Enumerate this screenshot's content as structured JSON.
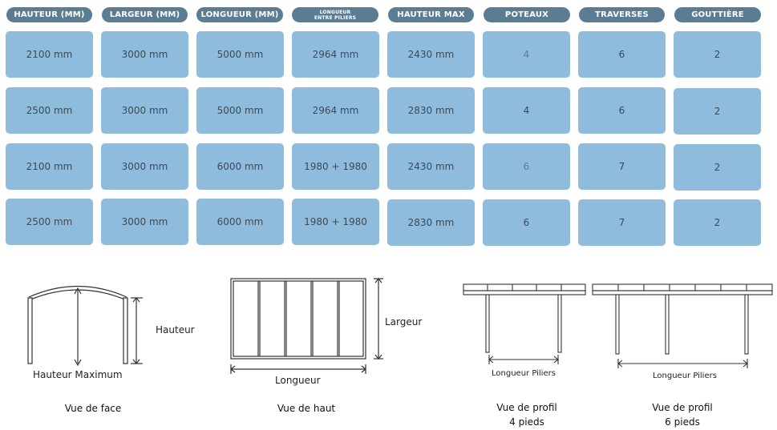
{
  "table": {
    "headers": [
      {
        "label": "HAUTEUR (MM)"
      },
      {
        "label": "LARGEUR (MM)"
      },
      {
        "label": "LONGUEUR (MM)"
      },
      {
        "label": "LONGUEUR",
        "sub": "ENTRE PILIERS"
      },
      {
        "label": "HAUTEUR MAX"
      },
      {
        "label": "POTEAUX"
      },
      {
        "label": "TRAVERSES"
      },
      {
        "label": "GOUTTIÈRE"
      }
    ],
    "rows": [
      [
        "2100 mm",
        "3000 mm",
        "5000 mm",
        "2964 mm",
        "2430 mm",
        "4",
        "6",
        "2"
      ],
      [
        "2500 mm",
        "3000 mm",
        "5000 mm",
        "2964 mm",
        "2830 mm",
        "4",
        "6",
        "2"
      ],
      [
        "2100 mm",
        "3000 mm",
        "6000 mm",
        "1980 + 1980",
        "2430 mm",
        "6",
        "7",
        "2"
      ],
      [
        "2500 mm",
        "3000 mm",
        "6000 mm",
        "1980 + 1980",
        "2830 mm",
        "6",
        "7",
        "2"
      ]
    ]
  },
  "diagrams": {
    "face": {
      "hauteur": "Hauteur",
      "hauteur_max": "Hauteur Maximum",
      "caption": "Vue de face"
    },
    "haut": {
      "largeur": "Largeur",
      "longueur": "Longueur",
      "caption": "Vue de haut"
    },
    "profil4": {
      "piliers": "Longueur Piliers",
      "caption1": "Vue de profil",
      "caption2": "4 pieds"
    },
    "profil6": {
      "piliers": "Longueur Piliers",
      "caption1": "Vue de profil",
      "caption2": "6 pieds"
    }
  },
  "colors": {
    "header_bg": "#5b7d93",
    "cell_bg": "#8fbbdc"
  }
}
